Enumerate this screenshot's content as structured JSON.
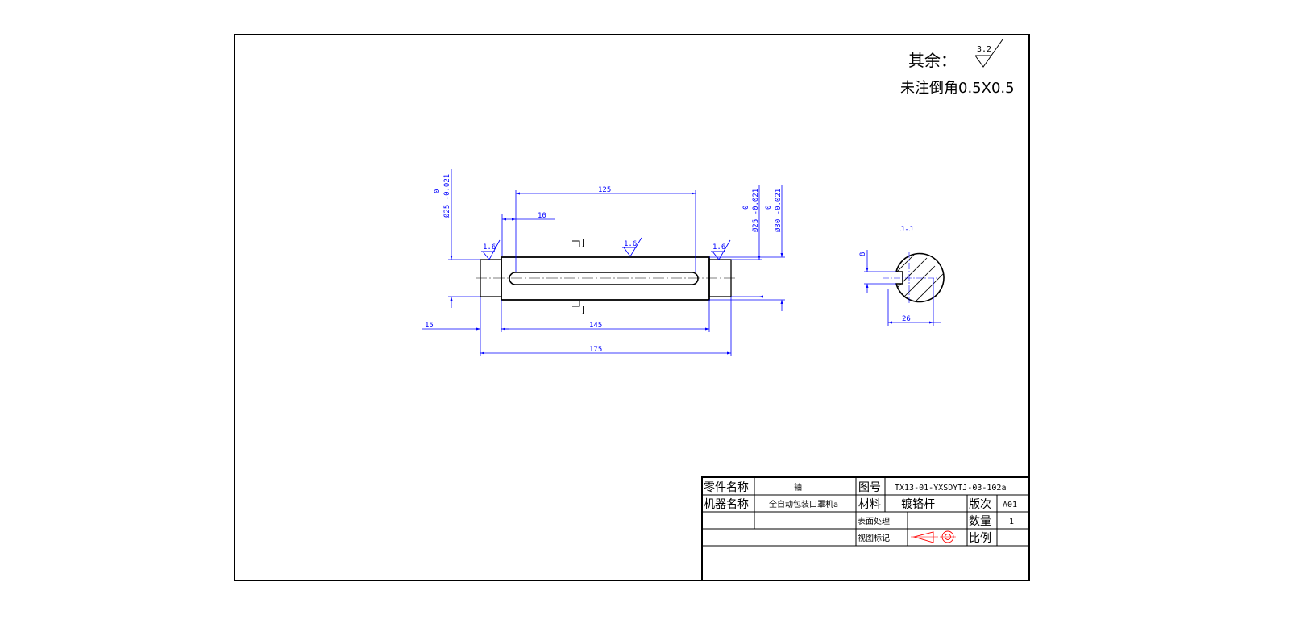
{
  "notes": {
    "remaining_label": "其余：",
    "roughness_general": "3.2",
    "chamfer_note": "未注倒角0.5X0.5"
  },
  "front_view": {
    "roughness_marks": [
      "1.6",
      "1.6",
      "1.6"
    ],
    "section_markers": [
      "J",
      "J"
    ],
    "dimensions": {
      "keyway_length": "125",
      "keyway_offset": "10",
      "left_step": "15",
      "body_length": "145",
      "overall_length": "175",
      "diameter_left": "Ø25 -0.021",
      "diameter_right": "Ø25 -0.021",
      "diameter_body": "Ø30 -0.021",
      "tol_upper": "0"
    }
  },
  "section_view": {
    "title": "J-J",
    "key_width": "8",
    "depth": "26"
  },
  "title_block": {
    "part_name_label": "零件名称",
    "part_name": "轴",
    "drawing_no_label": "图号",
    "drawing_no": "TX13-01-YXSDYTJ-03-102a",
    "machine_name_label": "机器名称",
    "machine_name": "全自动包装口罩机a",
    "material_label": "材料",
    "material": "镀铬杆",
    "version_label": "版次",
    "version": "A01",
    "surface_label": "表面处理",
    "quantity_label": "数量",
    "quantity": "1",
    "view_mark_label": "视图标记",
    "scale_label": "比例"
  },
  "colors": {
    "geometry": "#000000",
    "dimension": "#0000ff"
  }
}
